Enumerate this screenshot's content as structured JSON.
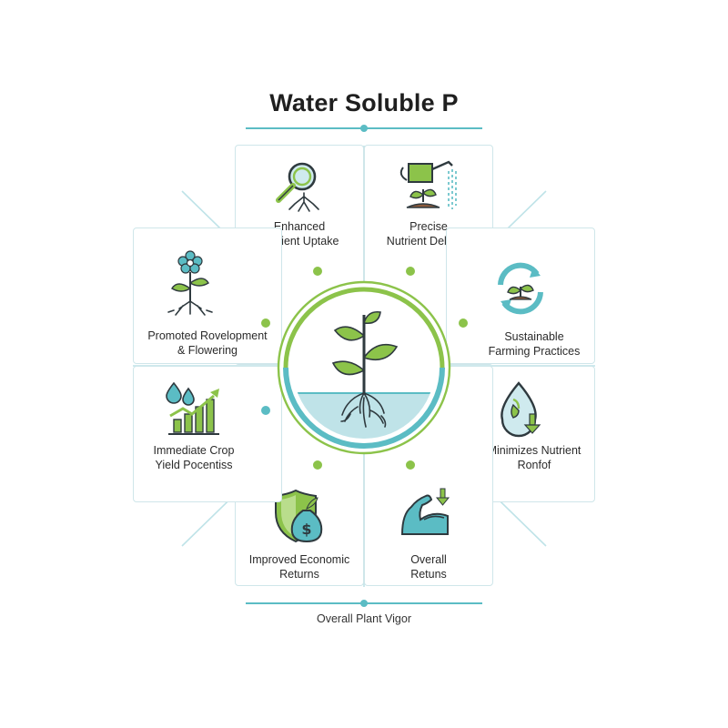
{
  "title": "Water Soluble P",
  "footer": "Overall Plant Vigor",
  "colors": {
    "teal": "#5bbcc4",
    "green": "#8cc34a",
    "dark": "#2f3a3f",
    "light_teal": "#bfe3e8"
  },
  "cards": [
    {
      "id": "enhanced",
      "icon": "magnifier-roots-icon",
      "lines": [
        "Enhanced",
        "Nutrient Uptake"
      ]
    },
    {
      "id": "precise",
      "icon": "watering-can-icon",
      "lines": [
        "Precise",
        "Nutrient Delivery"
      ]
    },
    {
      "id": "sustainable",
      "icon": "recycle-sprout-icon",
      "lines": [
        "Sustainable",
        "Farming Practices"
      ]
    },
    {
      "id": "minimizes",
      "icon": "water-drop-arrow-icon",
      "lines": [
        "Minimizes Nutrient",
        "Ronfof"
      ]
    },
    {
      "id": "overall",
      "icon": "muscle-arm-icon",
      "lines": [
        "Overall",
        "Retuns"
      ]
    },
    {
      "id": "improved",
      "icon": "shield-money-bag-icon",
      "lines": [
        "Improved Economic",
        "Returns"
      ]
    },
    {
      "id": "immediate",
      "icon": "growth-chart-icon",
      "lines": [
        "Immediate Crop",
        "Yield Pocentiss"
      ]
    },
    {
      "id": "promoted",
      "icon": "flowering-plant-icon",
      "lines": [
        "Promoted Rovelopment",
        "& Flowering"
      ]
    }
  ]
}
